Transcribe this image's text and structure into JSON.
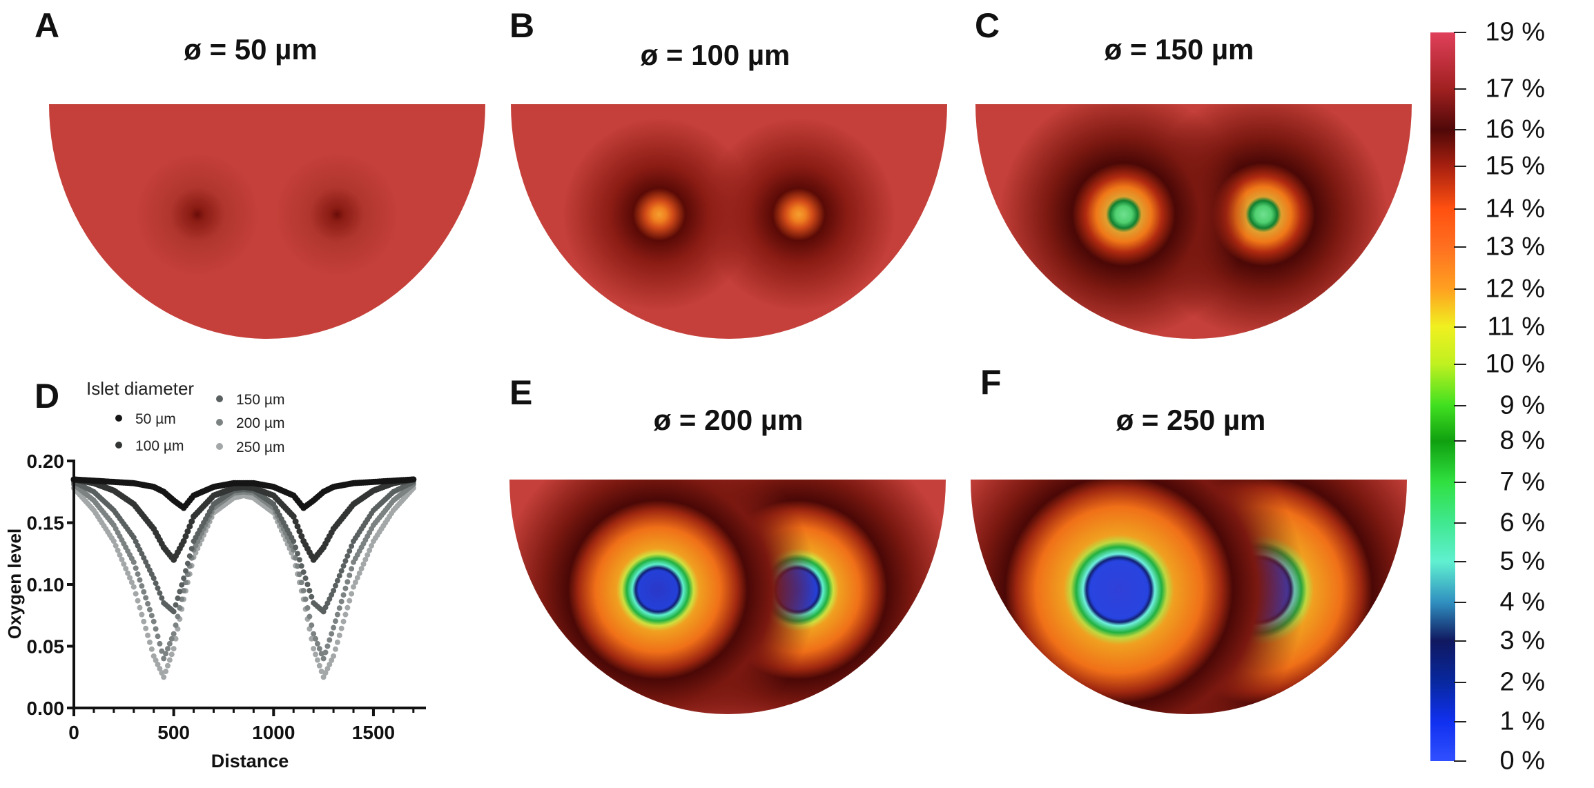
{
  "panels": [
    {
      "letter": "A",
      "title": "ø = 50 µm"
    },
    {
      "letter": "B",
      "title": "ø = 100 µm"
    },
    {
      "letter": "C",
      "title": "ø = 150 µm"
    },
    {
      "letter": "E",
      "title": "ø = 200 µm"
    },
    {
      "letter": "F",
      "title": "ø = 250 µm"
    }
  ],
  "chart_panel_letter": "D",
  "colorbar": {
    "labels": [
      "19 %",
      "17 %",
      "16 %",
      "15 %",
      "14 %",
      "13 %",
      "12 %",
      "11 %",
      "10 %",
      "9 %",
      "8 %",
      "7 %",
      "6 %",
      "5 %",
      "4 %",
      "3 %",
      "2 %",
      "1 %",
      "0 %"
    ],
    "colors": [
      "#e0405a",
      "#a02020",
      "#500808",
      "#a82010",
      "#ff5010",
      "#ff7020",
      "#ffa020",
      "#f0f020",
      "#c0f020",
      "#40e020",
      "#10a010",
      "#30e040",
      "#40e890",
      "#60f0d0",
      "#3090c0",
      "#101860",
      "#0828a0",
      "#1030f0",
      "#3050ff"
    ]
  },
  "chart_data": {
    "type": "scatter",
    "title": "",
    "xlabel": "Distance",
    "ylabel": "Oxygen level",
    "xlim": [
      0,
      1750
    ],
    "ylim": [
      0,
      0.2
    ],
    "xticks": [
      "0",
      "500",
      "1000",
      "1500"
    ],
    "yticks": [
      "0.00",
      "0.05",
      "0.10",
      "0.15",
      "0.20"
    ],
    "legend_title": "Islet diameter",
    "legend_position": "top",
    "x": [
      0,
      100,
      200,
      300,
      400,
      450,
      500,
      550,
      600,
      700,
      800,
      850,
      900,
      1000,
      1100,
      1150,
      1200,
      1250,
      1300,
      1400,
      1500,
      1600,
      1700
    ],
    "series": [
      {
        "name": "50 µm",
        "color": "#151515",
        "values": [
          0.185,
          0.184,
          0.183,
          0.182,
          0.179,
          0.175,
          0.168,
          0.162,
          0.172,
          0.179,
          0.182,
          0.182,
          0.182,
          0.179,
          0.172,
          0.162,
          0.168,
          0.175,
          0.179,
          0.182,
          0.183,
          0.184,
          0.185
        ]
      },
      {
        "name": "100 µm",
        "color": "#333535",
        "values": [
          0.185,
          0.182,
          0.176,
          0.165,
          0.145,
          0.13,
          0.12,
          0.135,
          0.155,
          0.172,
          0.178,
          0.179,
          0.178,
          0.172,
          0.155,
          0.135,
          0.12,
          0.13,
          0.145,
          0.165,
          0.176,
          0.182,
          0.185
        ]
      },
      {
        "name": "150 µm",
        "color": "#5a6060",
        "values": [
          0.183,
          0.175,
          0.16,
          0.138,
          0.105,
          0.085,
          0.078,
          0.105,
          0.135,
          0.165,
          0.176,
          0.177,
          0.176,
          0.165,
          0.135,
          0.11,
          0.085,
          0.078,
          0.095,
          0.135,
          0.16,
          0.175,
          0.183
        ]
      },
      {
        "name": "200 µm",
        "color": "#7c8282",
        "values": [
          0.181,
          0.168,
          0.148,
          0.118,
          0.07,
          0.04,
          0.06,
          0.095,
          0.128,
          0.162,
          0.174,
          0.175,
          0.174,
          0.162,
          0.128,
          0.095,
          0.06,
          0.04,
          0.065,
          0.118,
          0.148,
          0.168,
          0.181
        ]
      },
      {
        "name": "250 µm",
        "color": "#a3a7a7",
        "values": [
          0.178,
          0.16,
          0.135,
          0.098,
          0.042,
          0.025,
          0.048,
          0.088,
          0.122,
          0.158,
          0.17,
          0.172,
          0.17,
          0.158,
          0.122,
          0.088,
          0.048,
          0.025,
          0.042,
          0.098,
          0.135,
          0.16,
          0.178
        ]
      }
    ]
  }
}
